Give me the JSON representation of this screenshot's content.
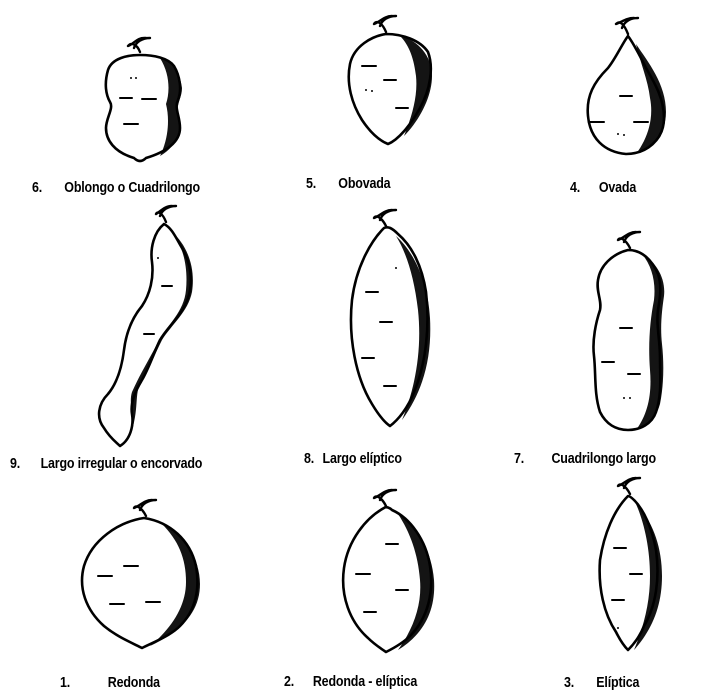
{
  "figure": {
    "shapes": [
      {
        "id": "oblongo-cuadrilongo",
        "number": "6.",
        "label": "Oblongo o Cuadrilongo"
      },
      {
        "id": "obovada",
        "number": "5.",
        "label": "Obovada"
      },
      {
        "id": "ovada",
        "number": "4.",
        "label": "Ovada"
      },
      {
        "id": "largo-irregular",
        "number": "9.",
        "label": "Largo irregular o encorvado"
      },
      {
        "id": "largo-eliptico",
        "number": "8.",
        "label": "Largo elíptico"
      },
      {
        "id": "cuadrilongo-largo",
        "number": "7.",
        "label": "Cuadrilongo largo"
      },
      {
        "id": "redonda",
        "number": "1.",
        "label": "Redonda"
      },
      {
        "id": "redonda-eliptica",
        "number": "2.",
        "label": "Redonda - elíptica"
      },
      {
        "id": "eliptica",
        "number": "3.",
        "label": "Elíptica"
      }
    ]
  }
}
